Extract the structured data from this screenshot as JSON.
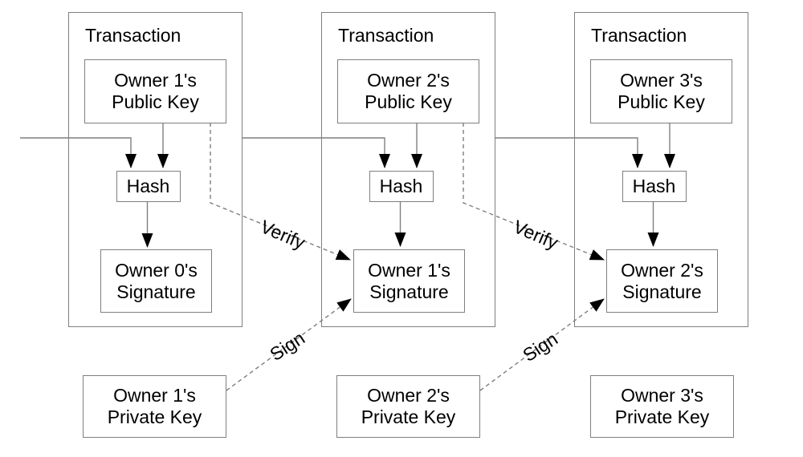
{
  "colors": {
    "box_border": "#7f7f7f",
    "wire": "#7f7f7f",
    "arrowhead": "#000000",
    "text": "#000000",
    "background": "#ffffff"
  },
  "labels": {
    "verify": "Verify",
    "sign": "Sign"
  },
  "transactions": [
    {
      "title": "Transaction",
      "public_key": {
        "line1": "Owner 1's",
        "line2": "Public Key"
      },
      "hash": "Hash",
      "signature": {
        "line1": "Owner 0's",
        "line2": "Signature"
      }
    },
    {
      "title": "Transaction",
      "public_key": {
        "line1": "Owner 2's",
        "line2": "Public Key"
      },
      "hash": "Hash",
      "signature": {
        "line1": "Owner 1's",
        "line2": "Signature"
      }
    },
    {
      "title": "Transaction",
      "public_key": {
        "line1": "Owner 3's",
        "line2": "Public Key"
      },
      "hash": "Hash",
      "signature": {
        "line1": "Owner 2's",
        "line2": "Signature"
      }
    }
  ],
  "private_keys": [
    {
      "line1": "Owner 1's",
      "line2": "Private Key"
    },
    {
      "line1": "Owner 2's",
      "line2": "Private Key"
    },
    {
      "line1": "Owner 3's",
      "line2": "Private Key"
    }
  ]
}
